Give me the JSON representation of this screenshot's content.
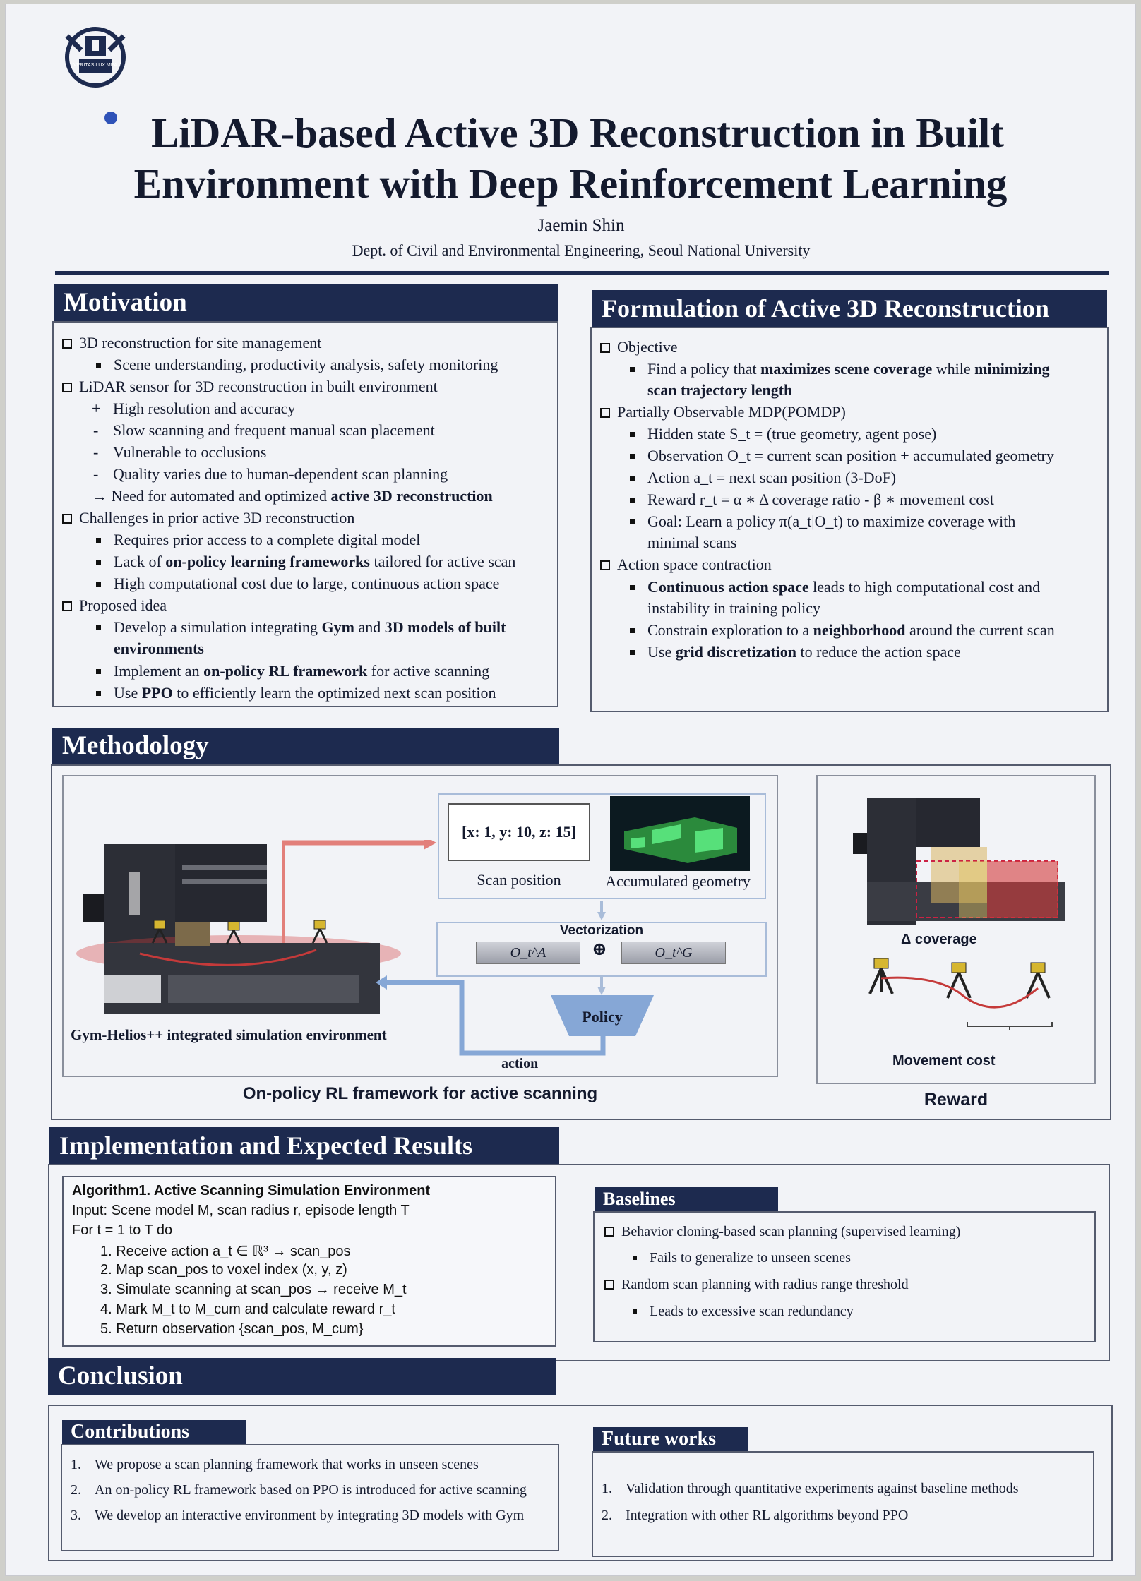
{
  "header": {
    "title_line1": "LiDAR-based Active 3D Reconstruction in Built",
    "title_line2": "Environment with Deep Reinforcement Learning",
    "author": "Jaemin Shin",
    "affiliation": "Dept. of Civil and Environmental Engineering, Seoul National University",
    "logo_text": "VERITAS LUX MEA"
  },
  "motivation": {
    "title": "Motivation",
    "l1": "3D reconstruction for site management",
    "l2": "Scene understanding, productivity analysis, safety monitoring",
    "l3": "LiDAR sensor for 3D reconstruction in built environment",
    "l4": "High resolution and accuracy",
    "l5": "Slow scanning and frequent manual scan placement",
    "l6": "Vulnerable to occlusions",
    "l7": "Quality varies due to human-dependent scan planning",
    "l8a": "→ Need for automated and optimized ",
    "l8b": "active 3D reconstruction",
    "l9": "Challenges in prior active 3D reconstruction",
    "l10": "Requires prior access to a complete digital model",
    "l11a": "Lack of ",
    "l11b": "on-policy learning frameworks",
    "l11c": " tailored for active scan",
    "l12": "High computational cost due to large, continuous action space",
    "l13": "Proposed idea",
    "l14a": "Develop a simulation integrating ",
    "l14b": "Gym",
    "l14c": " and ",
    "l14d": "3D models of built",
    "l14e": "environments",
    "l15a": "Implement an ",
    "l15b": "on-policy RL framework",
    "l15c": " for active scanning",
    "l16a": "Use ",
    "l16b": "PPO",
    "l16c": " to efficiently learn the optimized next scan position",
    "plus": "+",
    "minus": "-"
  },
  "formulation": {
    "title": "Formulation of Active 3D Reconstruction",
    "l1": "Objective",
    "l2a": "Find a policy that ",
    "l2b": "maximizes scene coverage",
    "l2c": " while ",
    "l2d": "minimizing",
    "l2e": "scan trajectory length",
    "l3": "Partially Observable MDP(POMDP)",
    "l4": "Hidden state S_t = (true geometry, agent pose)",
    "l5": "Observation O_t = current scan position + accumulated geometry",
    "l6": "Action a_t = next scan position (3-DoF)",
    "l7": "Reward r_t = α ∗ Δ coverage ratio - β ∗ movement cost",
    "l8": "Goal: Learn a policy π(a_t|O_t) to maximize coverage with",
    "l8b": "minimal scans",
    "l9": "Action space contraction",
    "l10a": "Continuous action space",
    "l10b": " leads to high computational cost and",
    "l10c": "instability in training policy",
    "l11a": "Constrain exploration to a ",
    "l11b": "neighborhood",
    "l11c": " around the current scan",
    "l12a": "Use ",
    "l12b": "grid discretization",
    "l12c": " to reduce the action space"
  },
  "methodology": {
    "title": "Methodology",
    "scan_pos_value": "[x: 1, y: 10, z: 15]",
    "scan_pos_label": "Scan position",
    "acc_geom_label": "Accumulated geometry",
    "vectorization": "Vectorization",
    "oa": "O_t^A",
    "og": "O_t^G",
    "oplus": "⊕",
    "policy": "Policy",
    "action": "action",
    "env_label": "Gym-Helios++ integrated simulation environment",
    "framework_caption": "On-policy RL framework for active scanning",
    "delta_coverage": "Δ coverage",
    "movement_cost": "Movement cost",
    "reward_caption": "Reward"
  },
  "implementation": {
    "title": "Implementation and Expected Results",
    "algo_title": "Algorithm1. Active Scanning Simulation Environment",
    "input": "Input: Scene model M, scan radius r, episode length T",
    "loop": "For t = 1 to T do",
    "s1": "1. Receive action a_t ∈ ℝ³ → scan_pos",
    "s2": "2. Map scan_pos to voxel index (x, y, z)",
    "s3": "3. Simulate scanning at scan_pos → receive M_t",
    "s4": "4. Mark M_t to M_cum and calculate reward r_t",
    "s5": "5. Return observation {scan_pos,  M_cum}",
    "baselines_title": "Baselines",
    "b1": "Behavior cloning-based scan planning (supervised learning)",
    "b2": "Fails to generalize to unseen scenes",
    "b3": "Random scan planning with radius range threshold",
    "b4": "Leads to excessive scan redundancy"
  },
  "conclusion": {
    "title": "Conclusion",
    "contrib_title": "Contributions",
    "c1n": "1.",
    "c1": "We propose a scan planning framework that works in unseen scenes",
    "c2n": "2.",
    "c2": "An on-policy RL framework based on PPO is introduced for active scanning",
    "c3n": "3.",
    "c3": "We develop an interactive environment by integrating 3D models with Gym",
    "future_title": "Future works",
    "f1n": "1.",
    "f1": "Validation through quantitative experiments against baseline methods",
    "f2n": "2.",
    "f2": "Integration with other RL algorithms beyond PPO"
  }
}
